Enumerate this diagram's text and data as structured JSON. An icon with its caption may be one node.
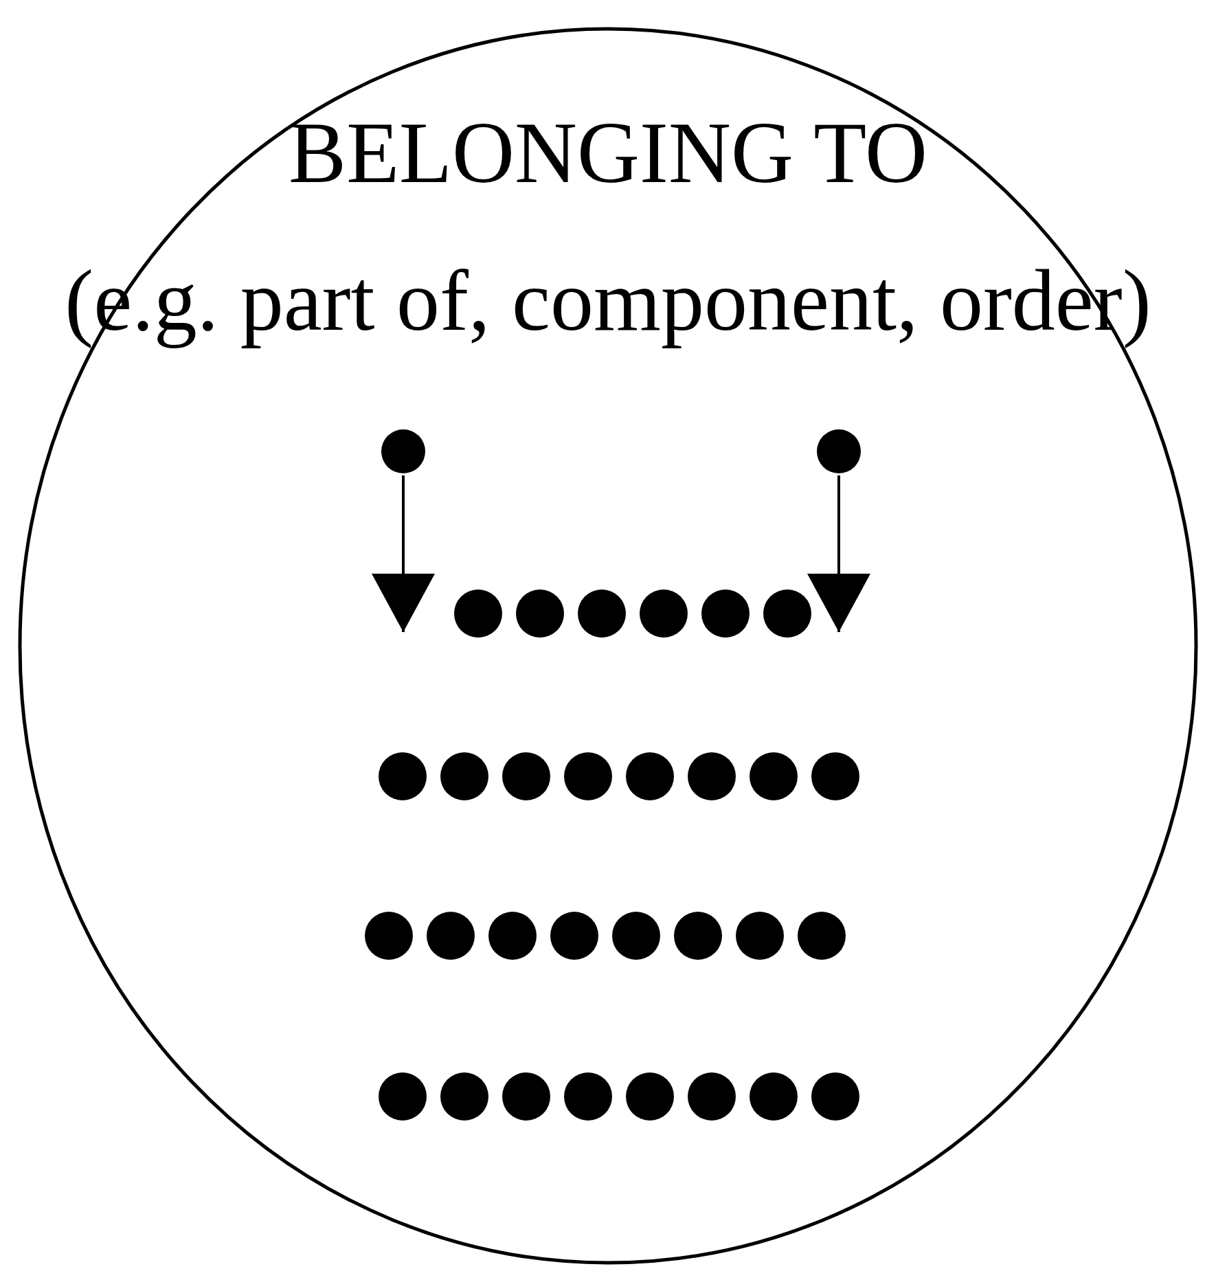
{
  "diagram": {
    "nodes": [
      {
        "text": [
          "BELONGING TO",
          "(e.g. part of, component, order)"
        ]
      },
      {
        "text": [],
        "shape": "circle",
        "in": 0
      },
      {
        "text": [],
        "shape": "circle",
        "in": 0
      }
    ],
    "edges": [
      {
        "from": 1,
        "to": null,
        "arrow": "to"
      },
      {
        "from": 2,
        "to": null,
        "arrow": "to"
      }
    ]
  }
}
